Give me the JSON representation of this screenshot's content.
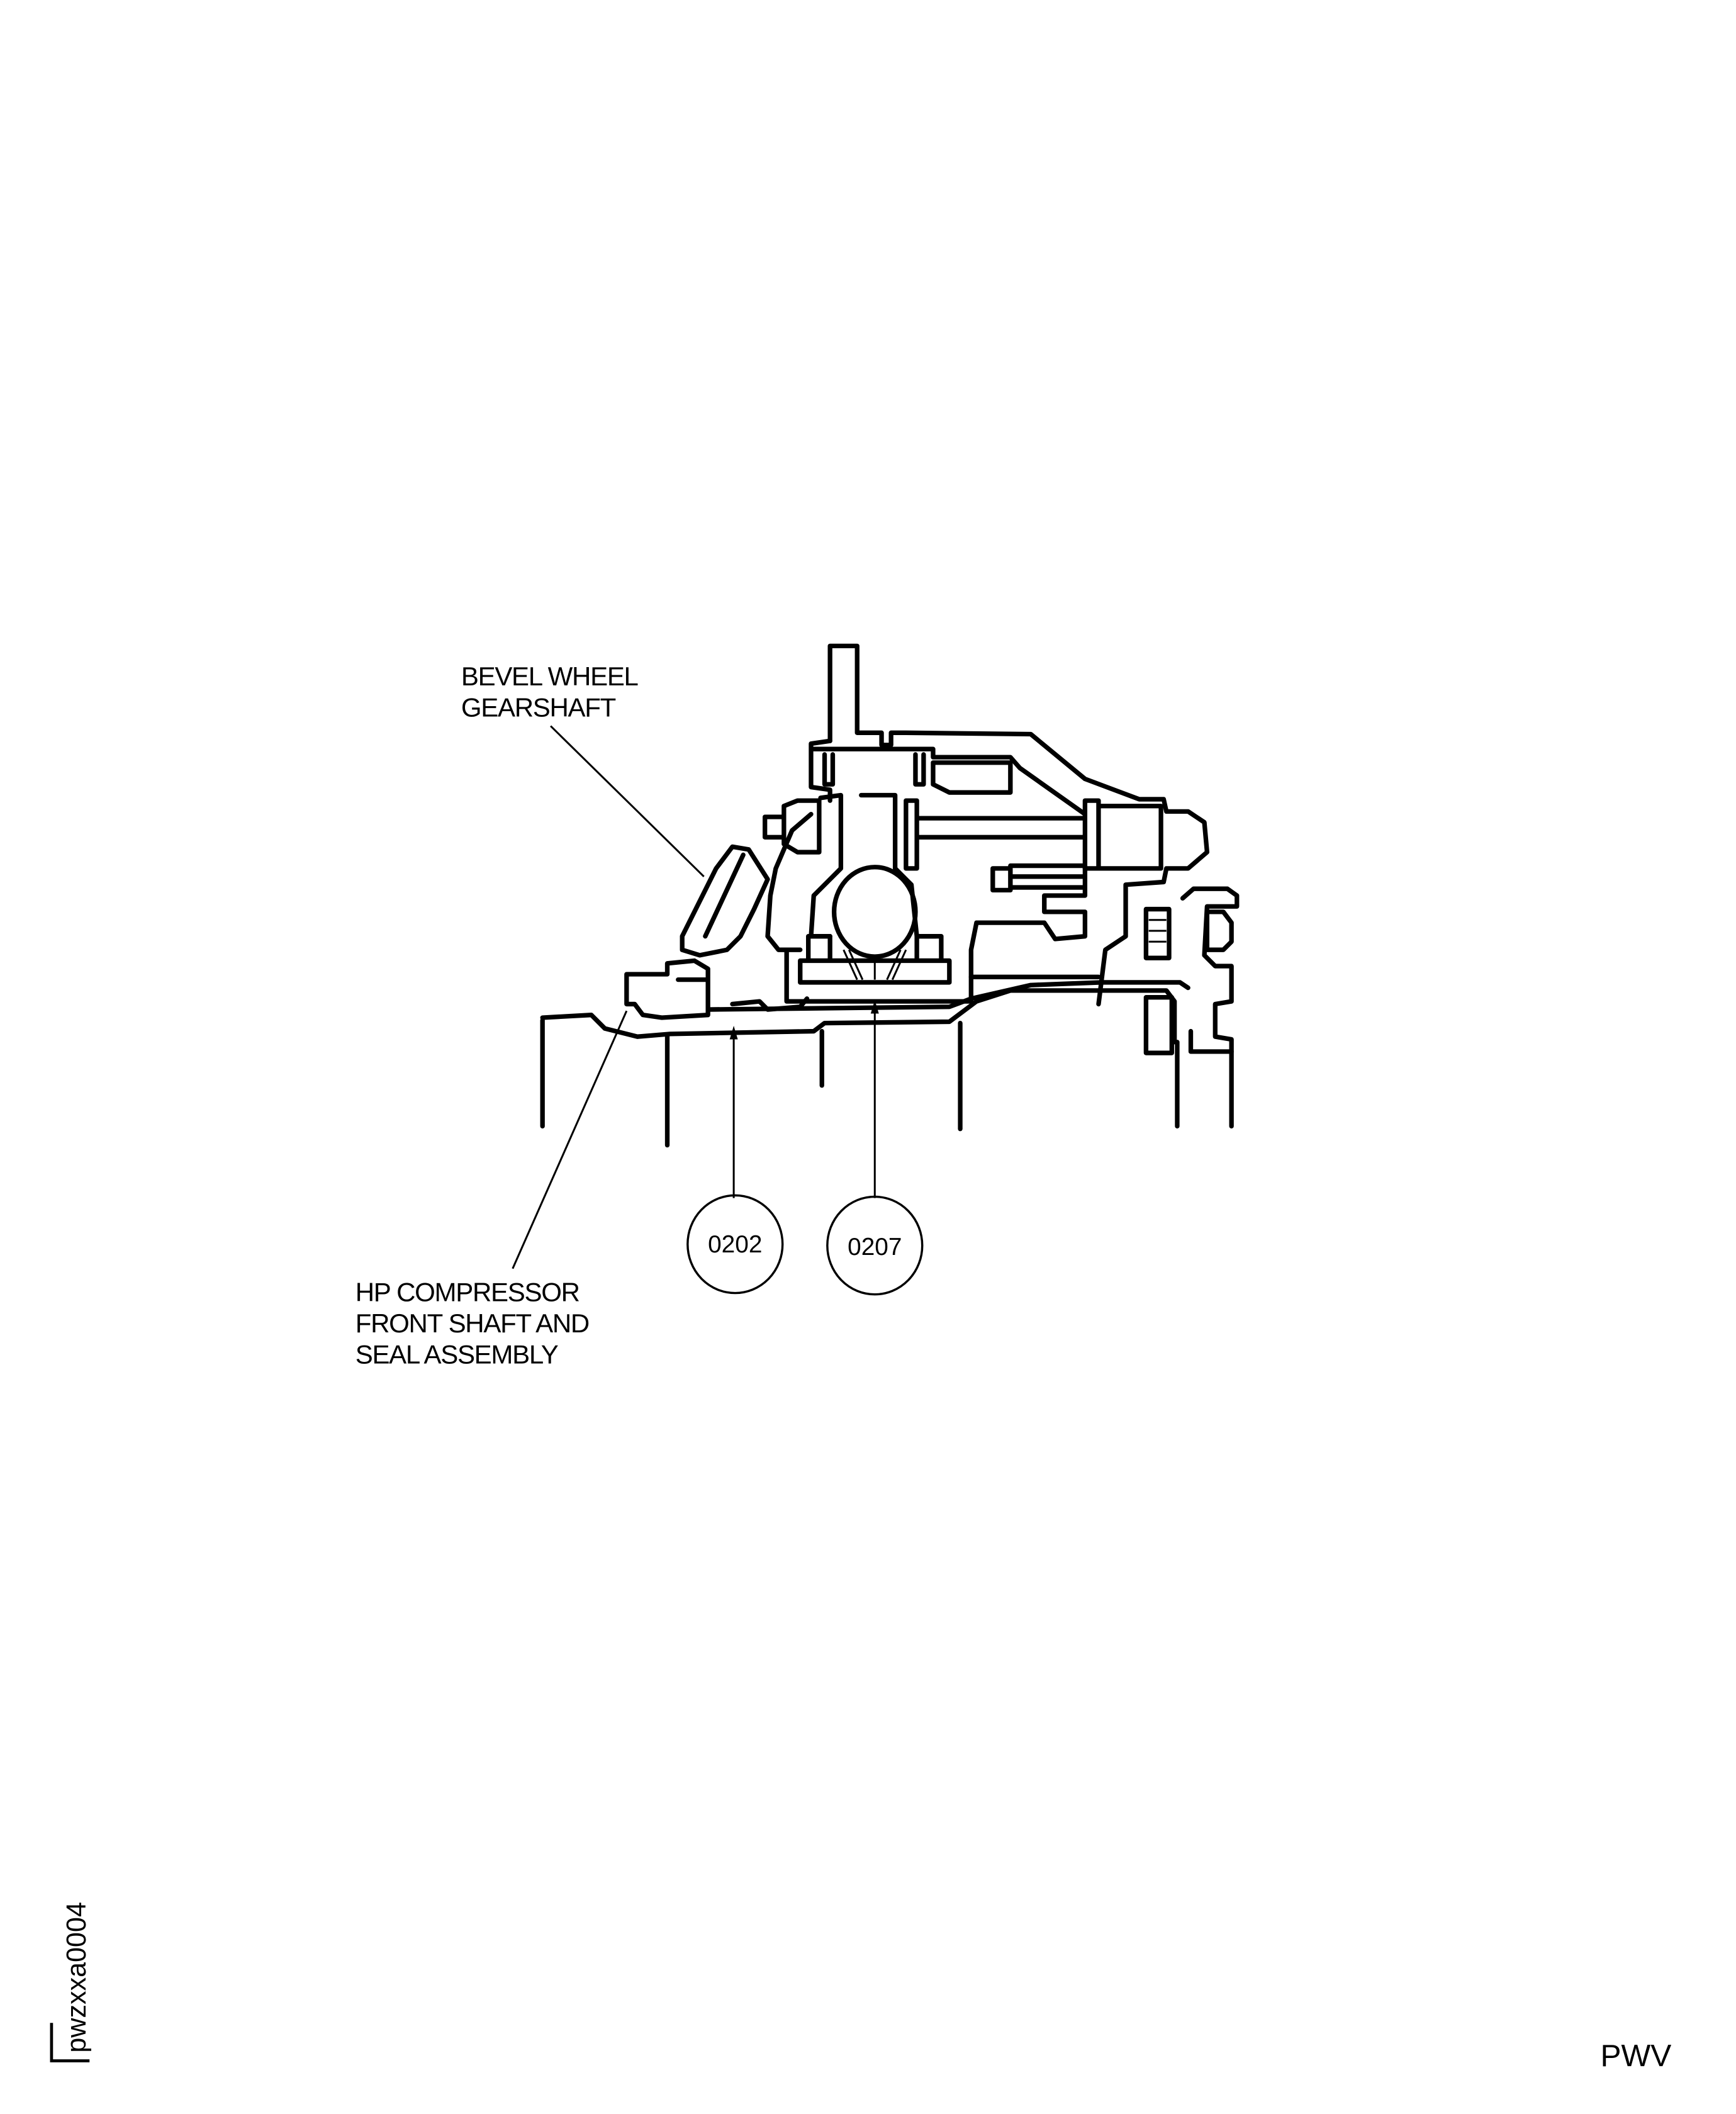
{
  "diagram": {
    "labels": {
      "bevel_wheel": [
        "BEVEL WHEEL",
        "GEARSHAFT"
      ],
      "hp_compressor": [
        "HP COMPRESSOR",
        "FRONT SHAFT AND",
        "SEAL ASSEMBLY"
      ]
    },
    "callouts": [
      "0202",
      "0207"
    ],
    "figure_id": "pwzxxa0004",
    "corner_code": "PWV"
  }
}
